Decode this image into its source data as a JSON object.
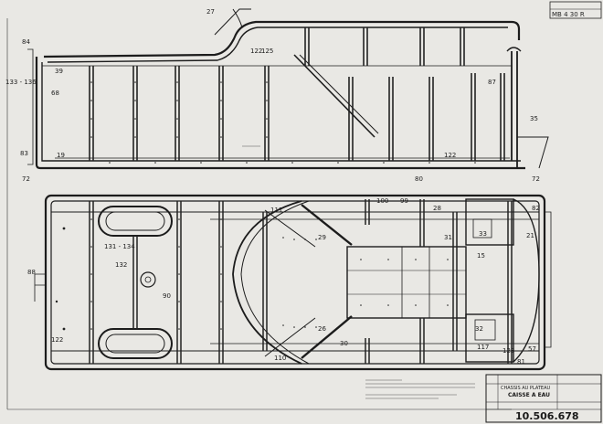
{
  "drawing": {
    "corner_ref": "MB 4 30 R",
    "side_view_labels": {
      "l27": "27",
      "l84": "84",
      "l133": "133 - 136",
      "l68": "68",
      "l39": "39",
      "l83": "83",
      "l19": "19",
      "l72a": "72",
      "l122a": "122",
      "l125": "125",
      "l87": "87",
      "l35": "35",
      "l122b": "122",
      "l80": "80",
      "l72b": "72"
    },
    "plan_view_labels": {
      "l100": "100",
      "l99": "99",
      "l111": "111",
      "l28": "28",
      "l82": "82",
      "l29": "29",
      "l31": "31",
      "l33": "33",
      "l21": "21",
      "l131": "131 - 134",
      "l132": "132",
      "l88": "88",
      "l90": "90",
      "l15": "15",
      "l26": "26",
      "l122c": "122",
      "l117": "117",
      "l110": "110",
      "l30": "30",
      "l123": "123",
      "l57": "57",
      "l81": "81",
      "l32": "32"
    },
    "title_block": {
      "line1": "CHASSIS AU PLATEAU",
      "line2": "CAISSE A EAU",
      "drawing_number": "10.506.678"
    }
  }
}
